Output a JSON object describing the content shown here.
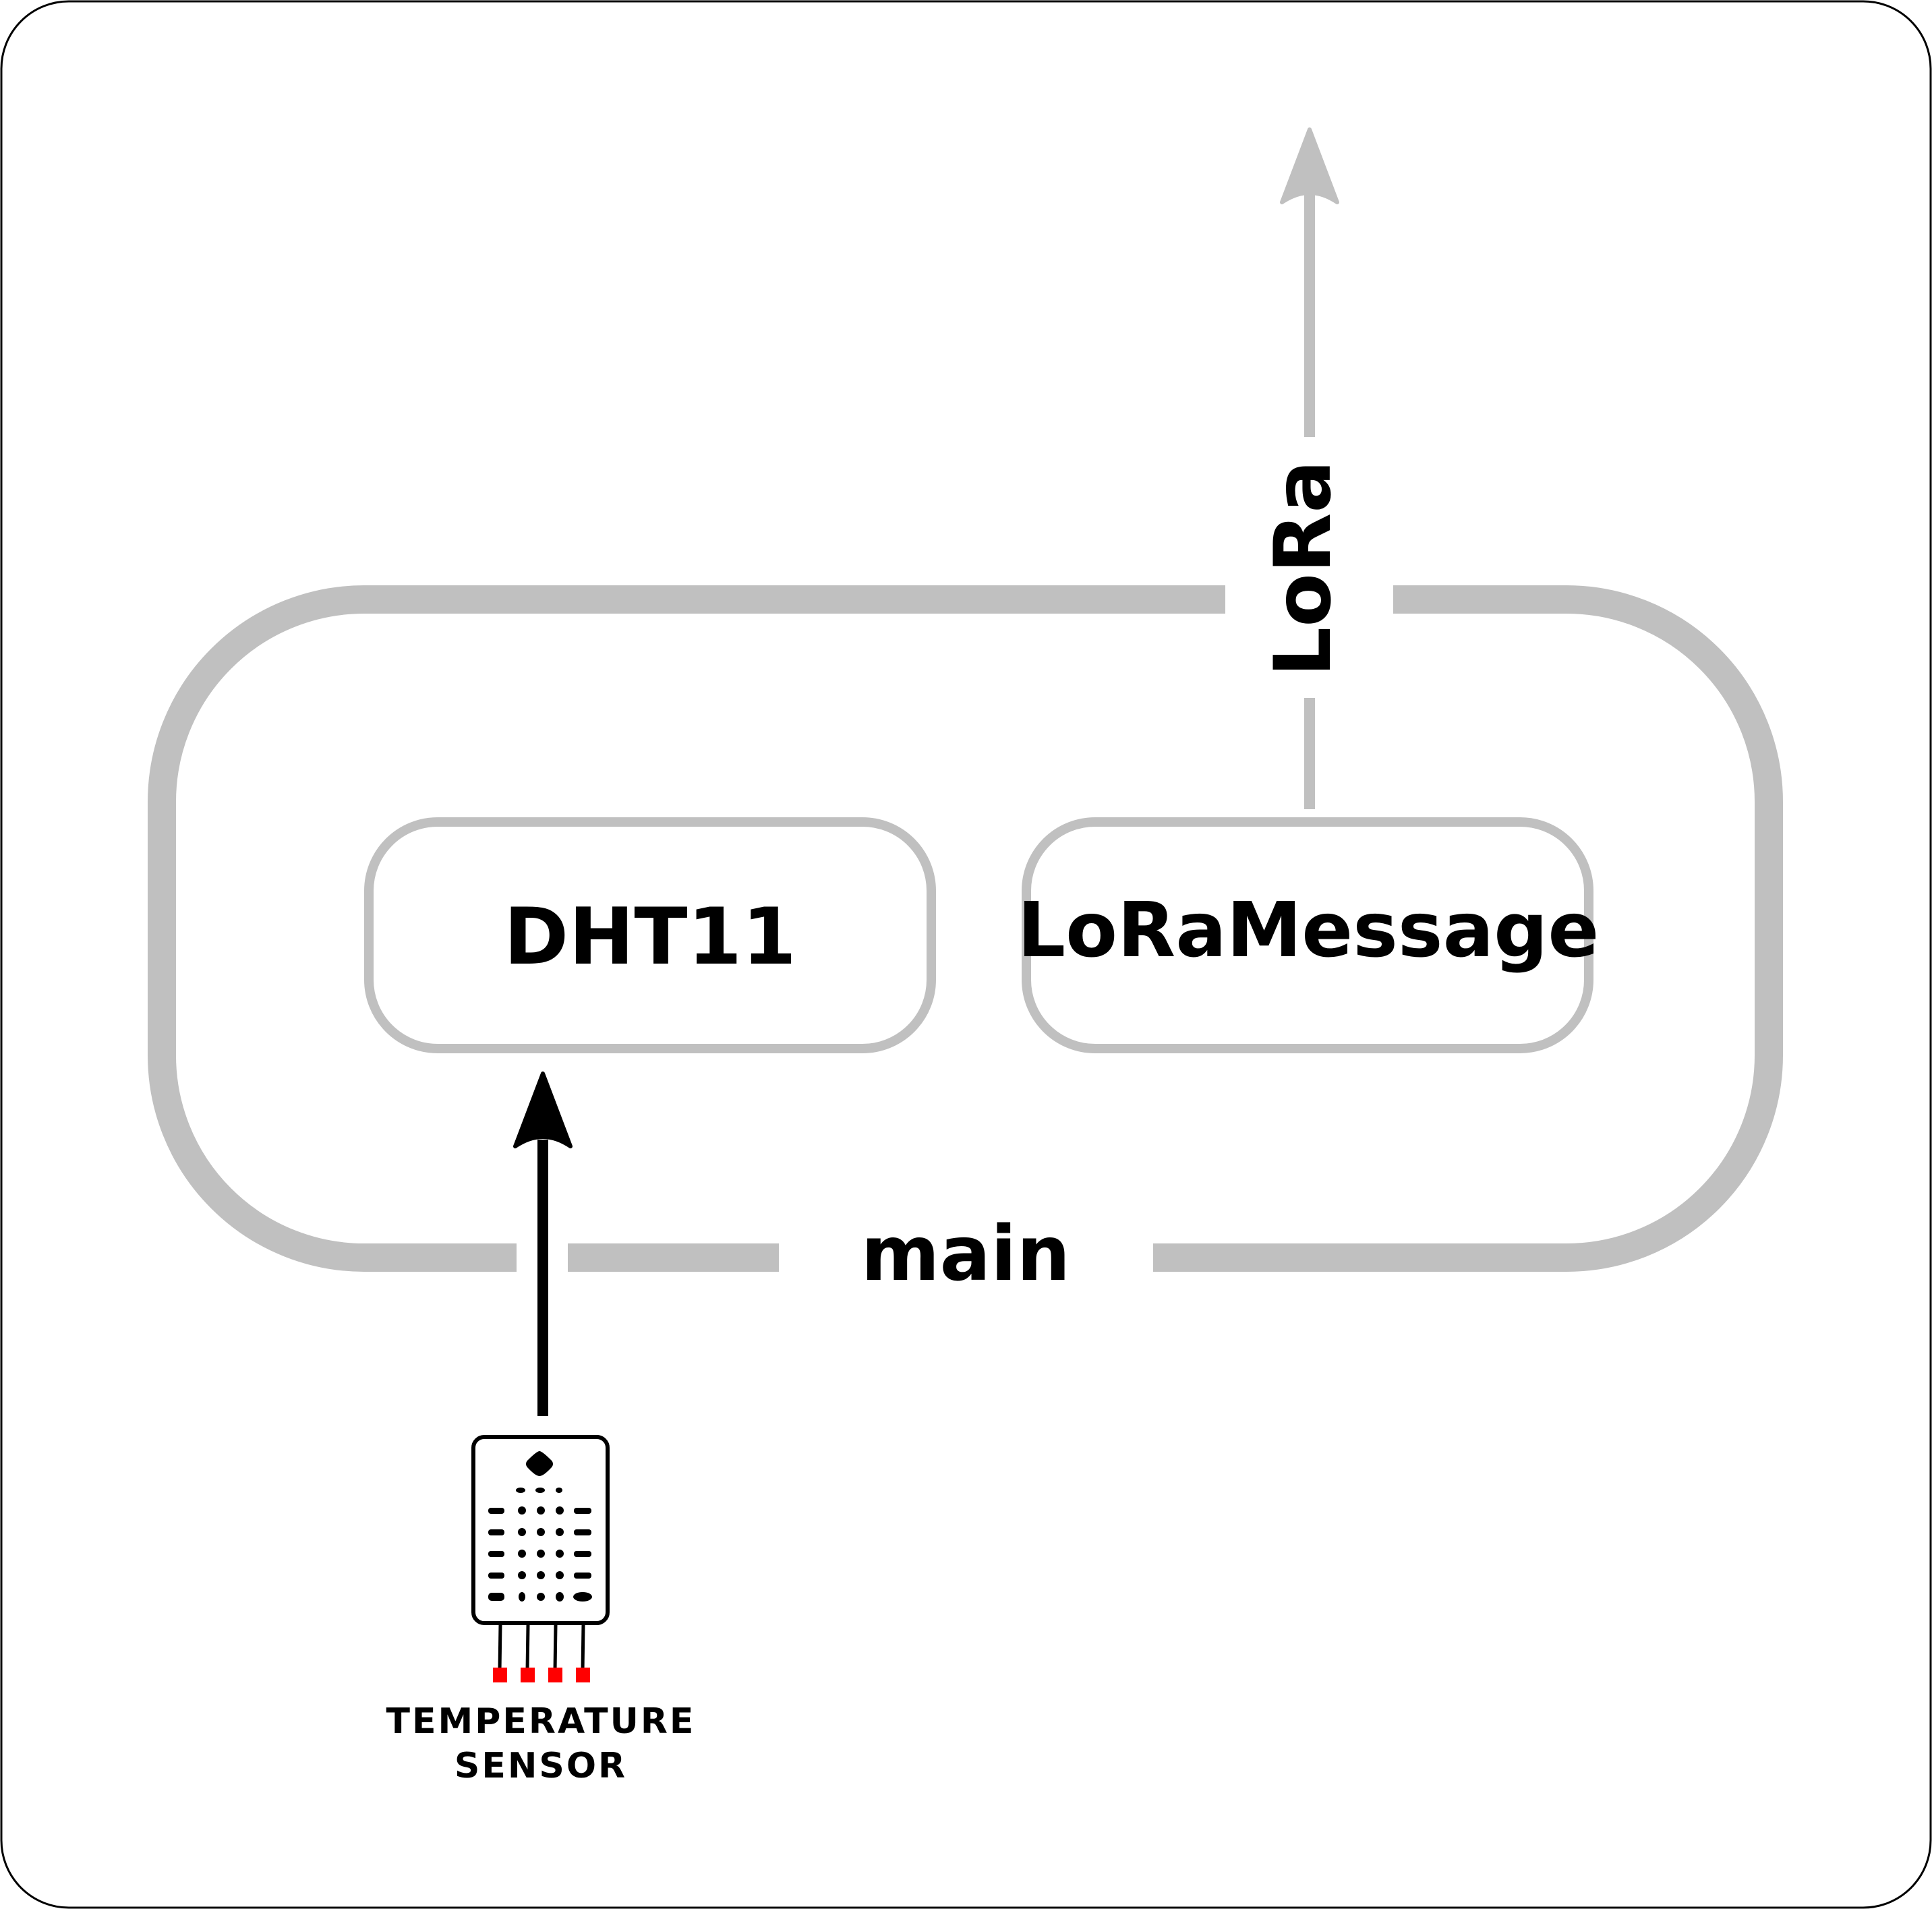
{
  "diagram": {
    "main_label": "main",
    "lora_label": "LoRa",
    "dht11_label": "DHT11",
    "loramessage_label": "LoRaMessage",
    "sensor_label_line1": "TEMPERATURE",
    "sensor_label_line2": "SENSOR"
  },
  "colors": {
    "frame": "#c0c0c0",
    "module_border": "#c0c0c0",
    "lora_arrow": "#c0c0c0",
    "sensor_arrow": "#000000",
    "sensor_pins": "#ff0000",
    "text": "#000000",
    "outer_border": "#000000"
  },
  "icons": {
    "sensor": "temperature-sensor-icon"
  }
}
